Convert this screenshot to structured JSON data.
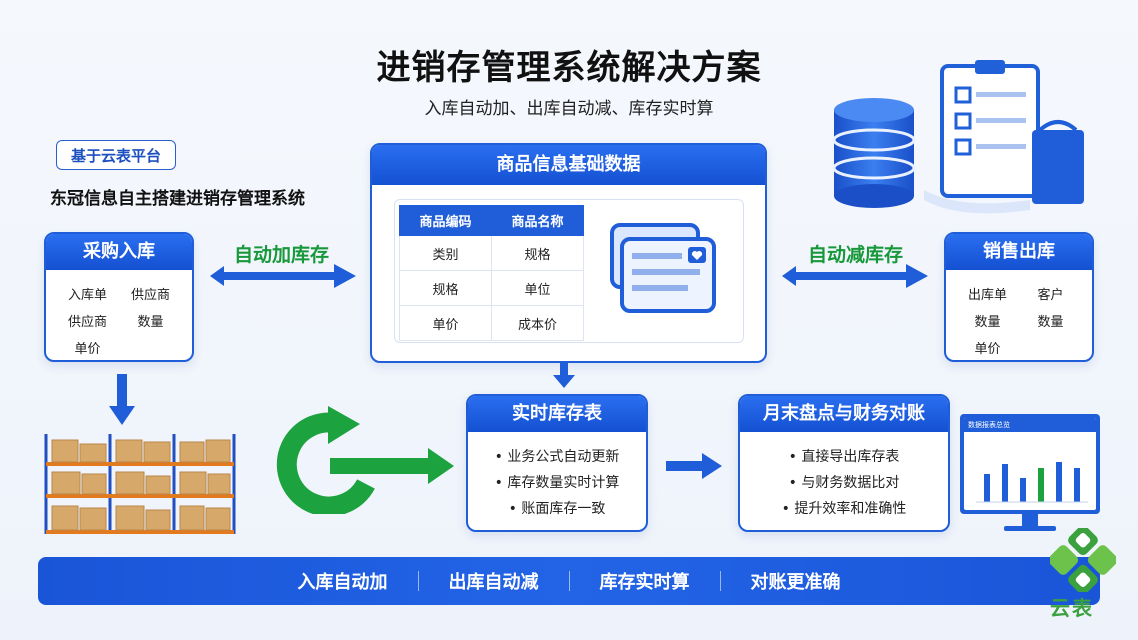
{
  "title": "进销存管理系统解决方案",
  "subtitle": "入库自动加、出库自动减、库存实时算",
  "platform_badge": "基于云表平台",
  "intro": "东冠信息自主搭建进销存管理系统",
  "purchase_card": {
    "title": "采购入库",
    "fields": [
      "入库单",
      "供应商",
      "供应商",
      "数量",
      "单价"
    ]
  },
  "sales_card": {
    "title": "销售出库",
    "fields": [
      "出库单",
      "客户",
      "数量",
      "数量",
      "单价"
    ]
  },
  "arrow_left_label": "自动加库存",
  "arrow_right_label": "自动减库存",
  "goods_card": {
    "title": "商品信息基础数据",
    "headers": [
      "商品编码",
      "商品名称"
    ],
    "rows": [
      [
        "类别",
        "规格"
      ],
      [
        "规格",
        "单位"
      ],
      [
        "单价",
        "成本价"
      ]
    ]
  },
  "inventory_card": {
    "title": "实时库存表",
    "bullets": [
      "业务公式自动更新",
      "库存数量实时计算",
      "账面库存一致"
    ]
  },
  "finance_card": {
    "title": "月末盘点与财务对账",
    "bullets": [
      "直接导出库存表",
      "与财务数据比对",
      "提升效率和准确性"
    ]
  },
  "monitor_title": "数据报表总览",
  "bottom_bar": [
    "入库自动加",
    "出库自动减",
    "库存实时算",
    "对账更准确"
  ],
  "logo_text": "云表",
  "colors": {
    "primary": "#1f5ed8",
    "green": "#17983a",
    "dark_blue": "#1450d2"
  },
  "icons": [
    "database-icon",
    "document-clipboard-icon",
    "folder-icon",
    "warehouse-shelf-icon",
    "refresh-cycle-icon",
    "monitor-chart-icon",
    "app-window-icon",
    "yunbiao-logo-icon"
  ]
}
